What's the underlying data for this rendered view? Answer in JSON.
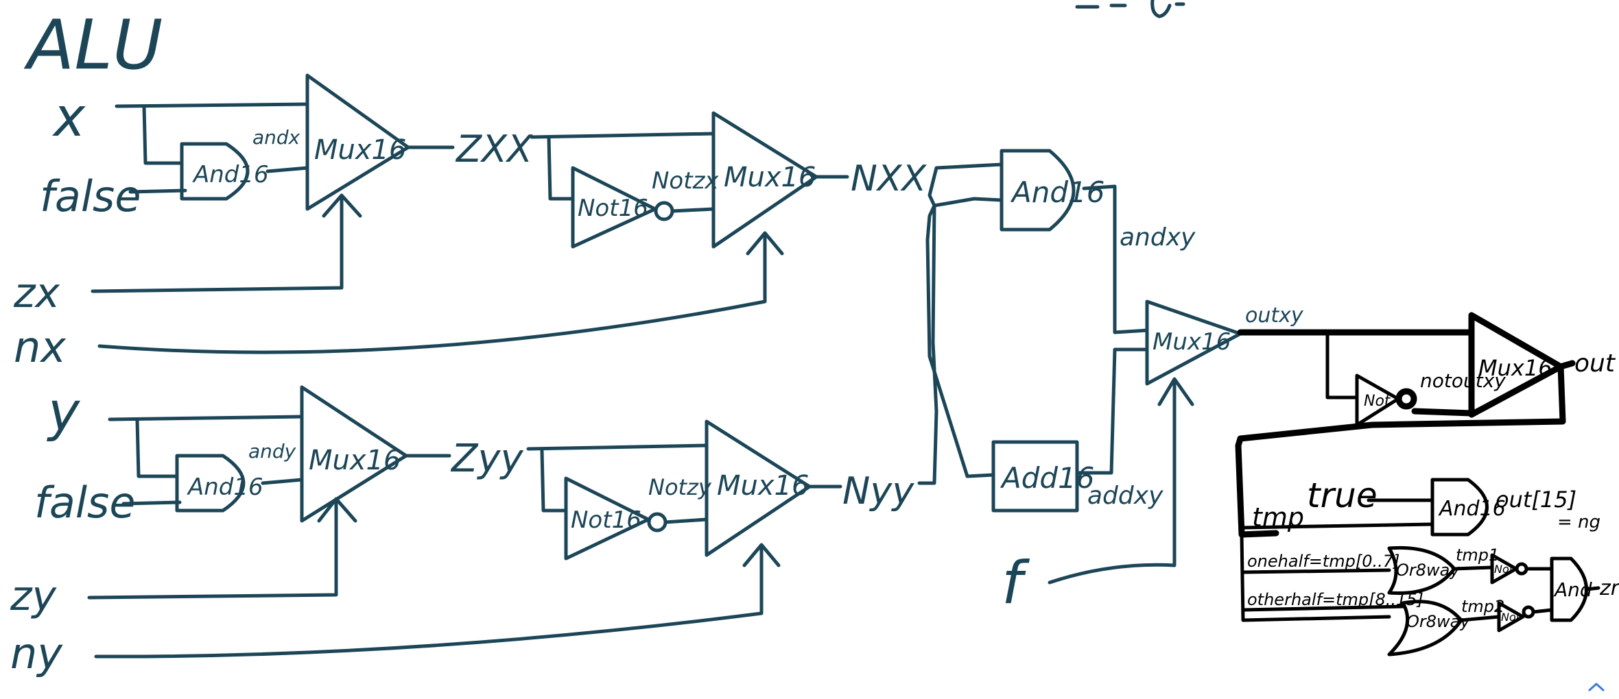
{
  "title": "ALU",
  "inputs": {
    "x": "x",
    "false_x": "false",
    "zx": "zx",
    "nx": "nx",
    "y": "y",
    "false_y": "false",
    "zy": "zy",
    "ny": "ny",
    "f": "f"
  },
  "signals": {
    "andx": "andx",
    "zxx": "ZXX",
    "notzx": "Notzx",
    "nxx": "NXX",
    "andy": "andy",
    "zyy": "Zyy",
    "notzy": "Notzy",
    "nyy": "Nyy",
    "andxy": "andxy",
    "addxy": "addxy",
    "outxy": "outxy",
    "notoutxy": "notoutxy",
    "out": "out"
  },
  "gates": {
    "and16": "And16",
    "add16": "Add16",
    "mux16": "Mux16",
    "not16": "Not16",
    "not": "Not",
    "or8way": "Or8way",
    "and": "And"
  },
  "flags": {
    "tmp": "tmp",
    "true": "true",
    "out15": "out[15]",
    "ng": "= ng",
    "onehalf": "onehalf=tmp[0..7]",
    "otherhalf": "otherhalf=tmp[8..15]",
    "tmp1": "tmp1",
    "tmp2": "tmp2",
    "zr": "zr"
  },
  "colors": {
    "ink": "#1c4657",
    "black_ink": "#000000",
    "background": "#ffffff",
    "scroll_icon": "#3b7dd8"
  },
  "icons": {
    "scroll_up": "chevron-up-icon"
  }
}
